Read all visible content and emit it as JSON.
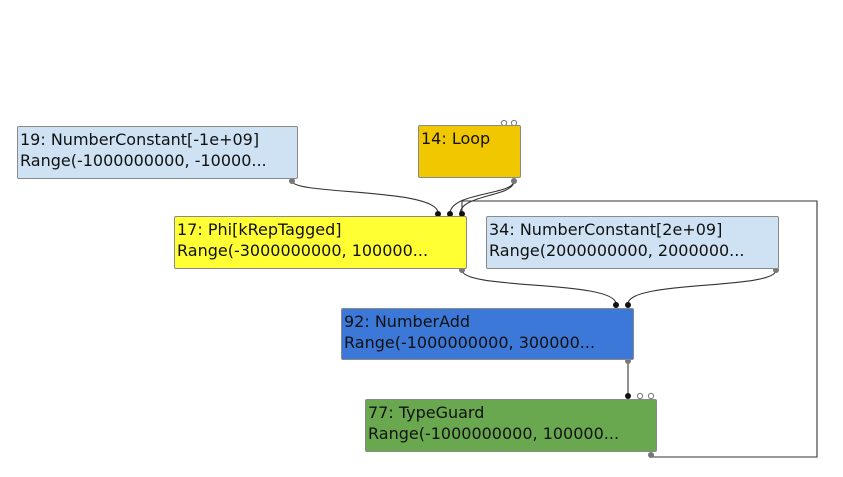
{
  "graph": {
    "nodes": [
      {
        "id": "19",
        "title": "19: NumberConstant[-1e+09]",
        "range": "Range(-1000000000, -10000...",
        "color": "#cfe2f3"
      },
      {
        "id": "14",
        "title": "14: Loop",
        "range": "",
        "color": "#f1c700"
      },
      {
        "id": "17",
        "title": "17: Phi[kRepTagged]",
        "range": "Range(-3000000000, 100000...",
        "color": "#ffff33"
      },
      {
        "id": "34",
        "title": "34: NumberConstant[2e+09]",
        "range": "Range(2000000000, 2000000...",
        "color": "#cfe2f3"
      },
      {
        "id": "92",
        "title": "92: NumberAdd",
        "range": "Range(-1000000000, 300000...",
        "color": "#3c78d8"
      },
      {
        "id": "77",
        "title": "77: TypeGuard",
        "range": "Range(-1000000000, 100000...",
        "color": "#6aa84f"
      }
    ],
    "edges": [
      {
        "from": "19",
        "to": "17"
      },
      {
        "from": "14",
        "to": "17"
      },
      {
        "from": "17",
        "to": "92"
      },
      {
        "from": "34",
        "to": "92"
      },
      {
        "from": "92",
        "to": "77"
      },
      {
        "from": "77",
        "to": "17"
      }
    ]
  }
}
